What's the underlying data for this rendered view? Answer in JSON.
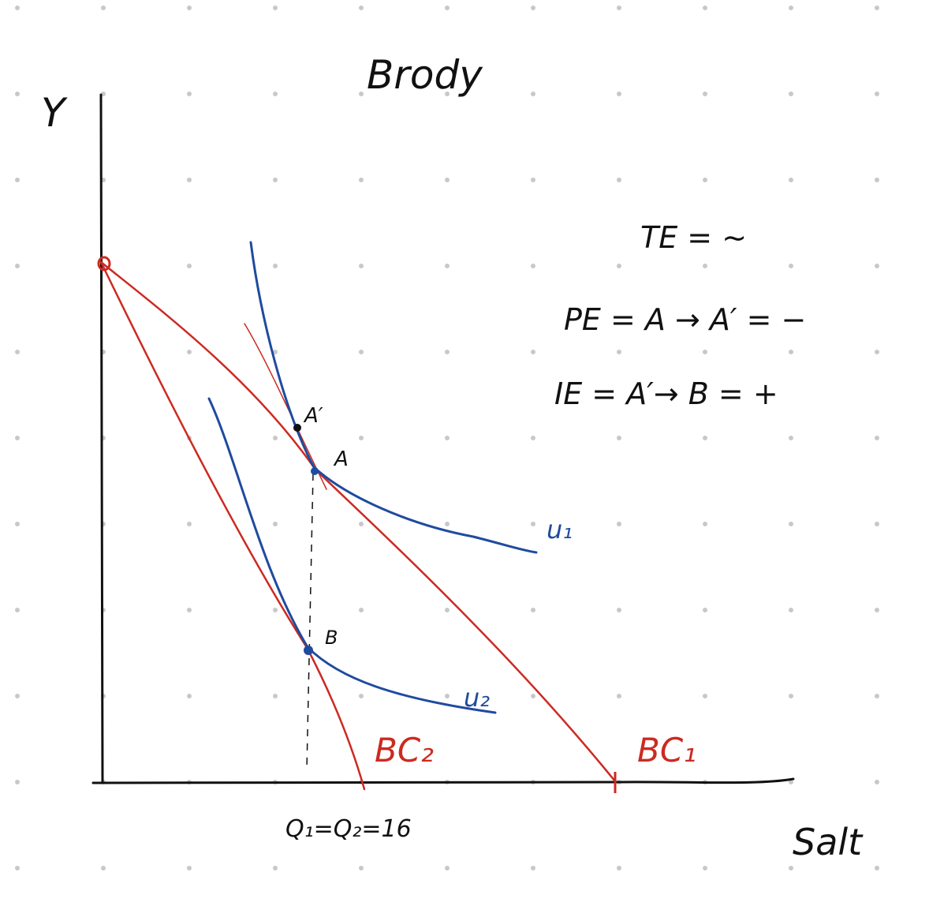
{
  "colors": {
    "ink": "#111111",
    "budget": "#cc2a22",
    "indifference": "#1f4b9e",
    "grid_dot": "#c8c8c8"
  },
  "text": {
    "title": "Brody",
    "y_axis": "Y",
    "x_axis": "Salt",
    "point_a_prime": "A′",
    "point_a": "A",
    "point_b": "B",
    "curve_u1": "u₁",
    "curve_u2": "u₂",
    "line_bc1": "BC₁",
    "line_bc2": "BC₂",
    "quantity_label": "Q₁=Q₂=16",
    "effect_te": "TE = ~",
    "effect_pe": "PE = A → A′ = −",
    "effect_ie": "IE = A′→ B = +"
  }
}
